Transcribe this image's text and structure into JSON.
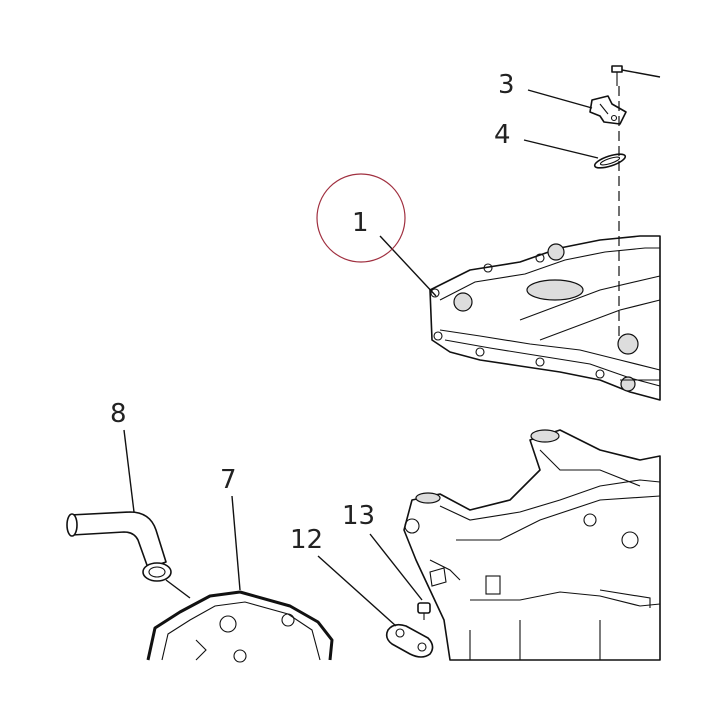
{
  "callouts": {
    "c1": "1",
    "c3": "3",
    "c4": "4",
    "c7": "7",
    "c8": "8",
    "c12": "12",
    "c13": "13"
  },
  "highlight": {
    "callout": "1",
    "ring_color": "#a03040"
  },
  "line_color": "#111111"
}
